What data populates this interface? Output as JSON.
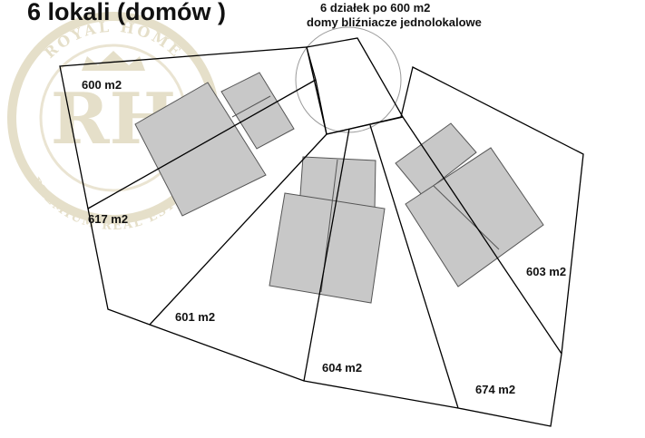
{
  "header": {
    "title": "6 lokali (domów )",
    "note_line1": "6 działek po 600 m2",
    "note_line2": "domy bliźniacze jednolokalowe"
  },
  "watermark": {
    "monogram": "RH",
    "arc_top": "ROYAL HOME",
    "arc_bottom": "PREMIUM REAL ESTATE",
    "color": "#e3dcc4"
  },
  "plots": [
    {
      "label": "600 m2"
    },
    {
      "label": "617 m2"
    },
    {
      "label": "601 m2"
    },
    {
      "label": "604 m2"
    },
    {
      "label": "674 m2"
    },
    {
      "label": "603 m2"
    }
  ],
  "colors": {
    "outline": "#000000",
    "building_fill": "#c8c8c8",
    "building_stroke": "#555555",
    "circle_stroke": "#9a9a9a"
  }
}
